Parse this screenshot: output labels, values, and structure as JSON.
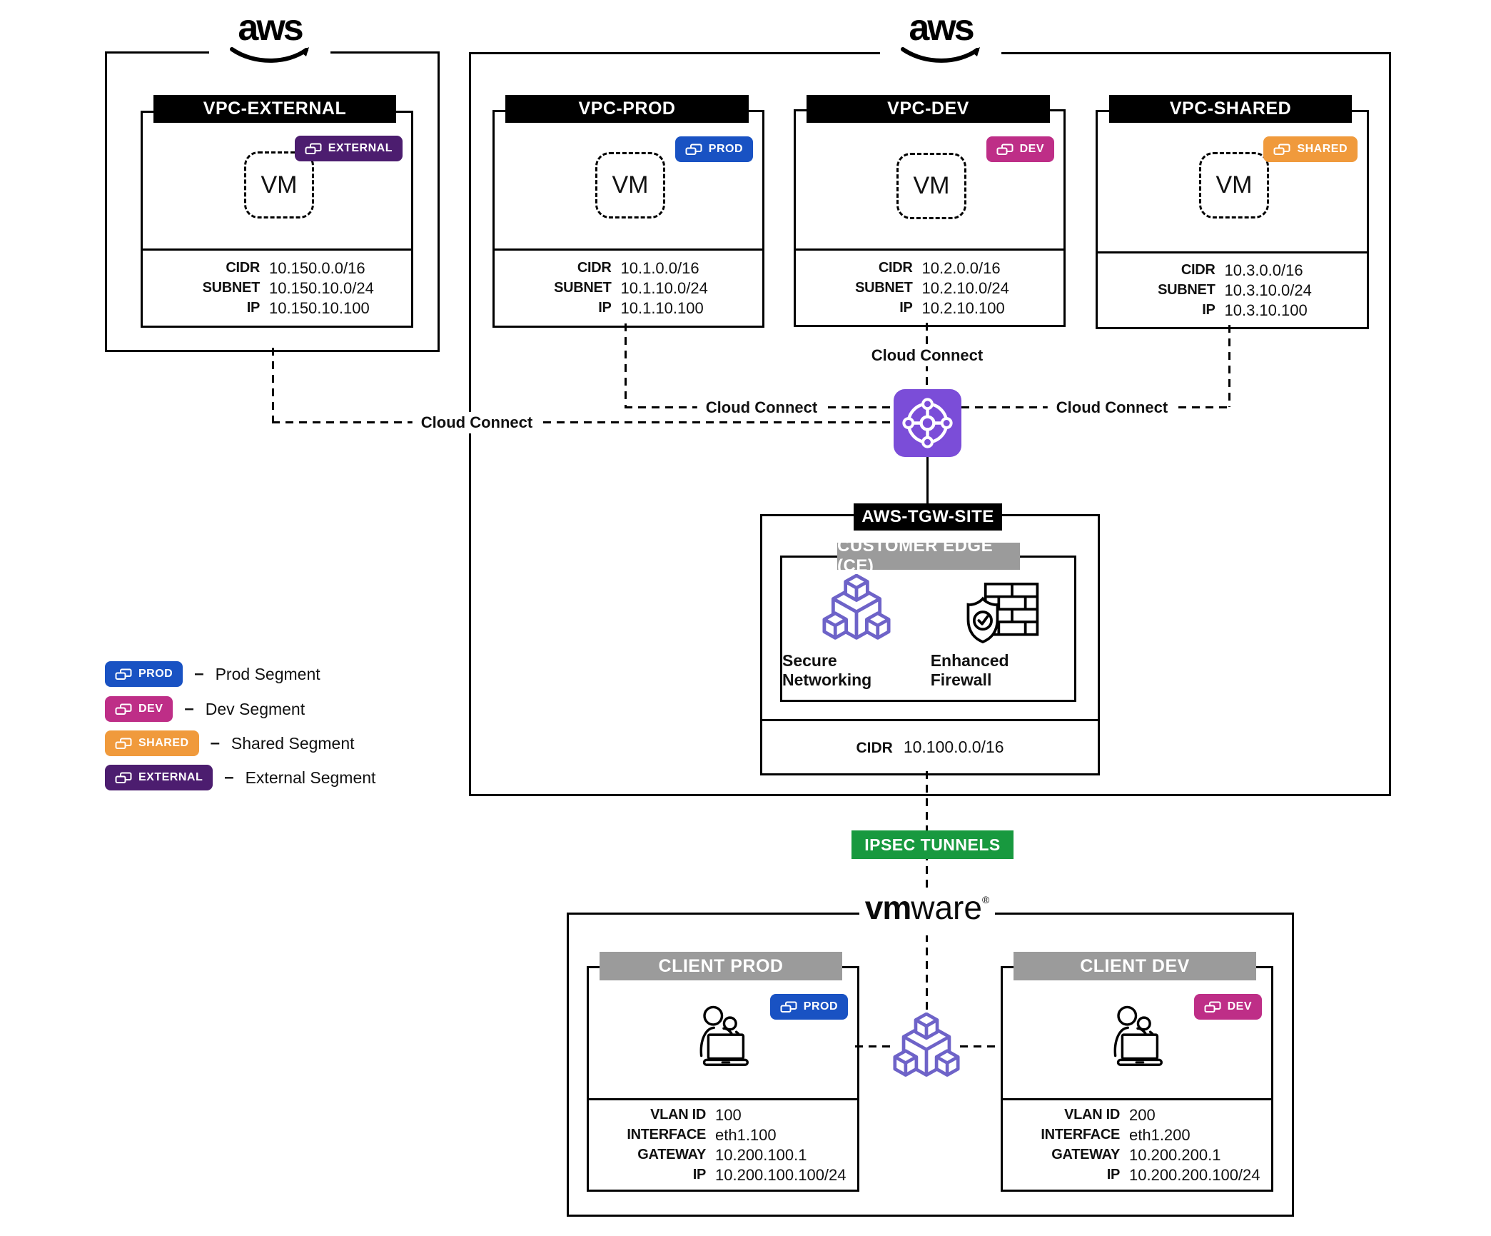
{
  "brand": {
    "aws_logo": "aws",
    "vmware_logo_bold": "vm",
    "vmware_logo_rest": "ware",
    "vmware_logo_reg": "®"
  },
  "colors": {
    "prod": "#1952C3",
    "dev": "#BE2E87",
    "shared": "#F09A3C",
    "external": "#4C1D6F",
    "tgw_icon_bg": "#7B4DD8",
    "secure_networking_stroke": "#6E63C8",
    "ipsec_bg": "#18993F",
    "header_black": "#000000",
    "header_gray": "#9B9B9B"
  },
  "vpcs": [
    {
      "title": "VPC-EXTERNAL",
      "badge": "EXTERNAL",
      "vm_label": "VM",
      "rows": [
        {
          "label": "CIDR",
          "value": "10.150.0.0/16"
        },
        {
          "label": "SUBNET",
          "value": "10.150.10.0/24"
        },
        {
          "label": "IP",
          "value": "10.150.10.100"
        }
      ]
    },
    {
      "title": "VPC-PROD",
      "badge": "PROD",
      "vm_label": "VM",
      "rows": [
        {
          "label": "CIDR",
          "value": "10.1.0.0/16"
        },
        {
          "label": "SUBNET",
          "value": "10.1.10.0/24"
        },
        {
          "label": "IP",
          "value": "10.1.10.100"
        }
      ]
    },
    {
      "title": "VPC-DEV",
      "badge": "DEV",
      "vm_label": "VM",
      "rows": [
        {
          "label": "CIDR",
          "value": "10.2.0.0/16"
        },
        {
          "label": "SUBNET",
          "value": "10.2.10.0/24"
        },
        {
          "label": "IP",
          "value": "10.2.10.100"
        }
      ]
    },
    {
      "title": "VPC-SHARED",
      "badge": "SHARED",
      "vm_label": "VM",
      "rows": [
        {
          "label": "CIDR",
          "value": "10.3.0.0/16"
        },
        {
          "label": "SUBNET",
          "value": "10.3.10.0/24"
        },
        {
          "label": "IP",
          "value": "10.3.10.100"
        }
      ]
    }
  ],
  "connections": {
    "labels": [
      "Cloud Connect",
      "Cloud Connect",
      "Cloud Connect",
      "Cloud Connect"
    ]
  },
  "tgw_site": {
    "title": "AWS-TGW-SITE",
    "ce_title": "CUSTOMER EDGE (CE)",
    "features": [
      {
        "label": "Secure Networking"
      },
      {
        "label": "Enhanced Firewall"
      }
    ],
    "cidr_label": "CIDR",
    "cidr_value": "10.100.0.0/16"
  },
  "ipsec": {
    "label": "IPSEC TUNNELS"
  },
  "legend": {
    "separator": "–",
    "items": [
      {
        "badge": "PROD",
        "label": "Prod Segment"
      },
      {
        "badge": "DEV",
        "label": "Dev Segment"
      },
      {
        "badge": "SHARED",
        "label": "Shared Segment"
      },
      {
        "badge": "EXTERNAL",
        "label": "External Segment"
      }
    ]
  },
  "clients": [
    {
      "title": "CLIENT PROD",
      "badge": "PROD",
      "rows": [
        {
          "label": "VLAN ID",
          "value": "100"
        },
        {
          "label": "INTERFACE",
          "value": "eth1.100"
        },
        {
          "label": "GATEWAY",
          "value": "10.200.100.1"
        },
        {
          "label": "IP",
          "value": "10.200.100.100/24"
        }
      ]
    },
    {
      "title": "CLIENT DEV",
      "badge": "DEV",
      "rows": [
        {
          "label": "VLAN ID",
          "value": "200"
        },
        {
          "label": "INTERFACE",
          "value": "eth1.200"
        },
        {
          "label": "GATEWAY",
          "value": "10.200.200.1"
        },
        {
          "label": "IP",
          "value": "10.200.200.100/24"
        }
      ]
    }
  ]
}
